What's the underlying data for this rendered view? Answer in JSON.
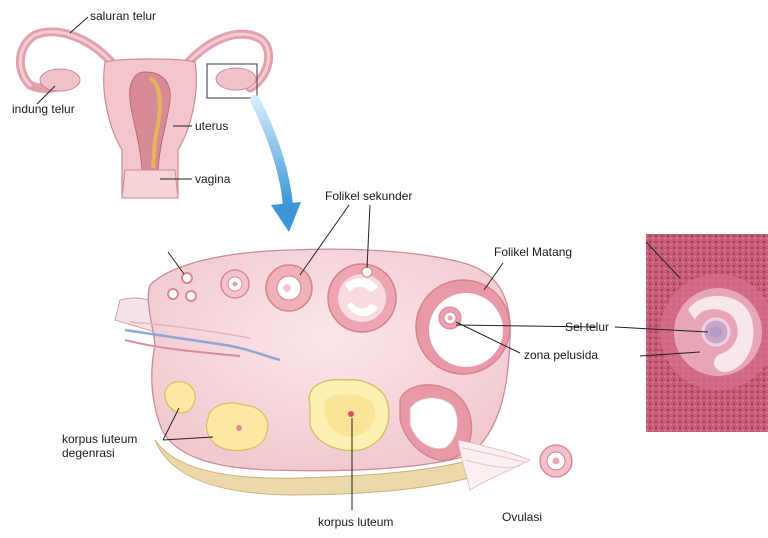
{
  "labels": {
    "fallopian_tube": "saluran telur",
    "ovary": "indung telur",
    "uterus": "uterus",
    "vagina": "vagina",
    "secondary_follicle": "Folikel sekunder",
    "mature_follicle": "Folikel Matang",
    "egg_cell": "Sel telur",
    "zona_pellucida": "zona pelusida",
    "corpus_luteum_degenerating_1": "korpus luteum",
    "corpus_luteum_degenerating_2": "degenrasi",
    "corpus_luteum": "korpus luteum",
    "ovulation": "Ovulasi"
  },
  "colors": {
    "ovary_fill": "#f6d8db",
    "ovary_stroke": "#c98e96",
    "follicle_ring": "#e0909a",
    "corpus_luteum": "#fbe9a3",
    "arrow": "#4aa3df",
    "micrograph_bg": "#c25a72"
  }
}
